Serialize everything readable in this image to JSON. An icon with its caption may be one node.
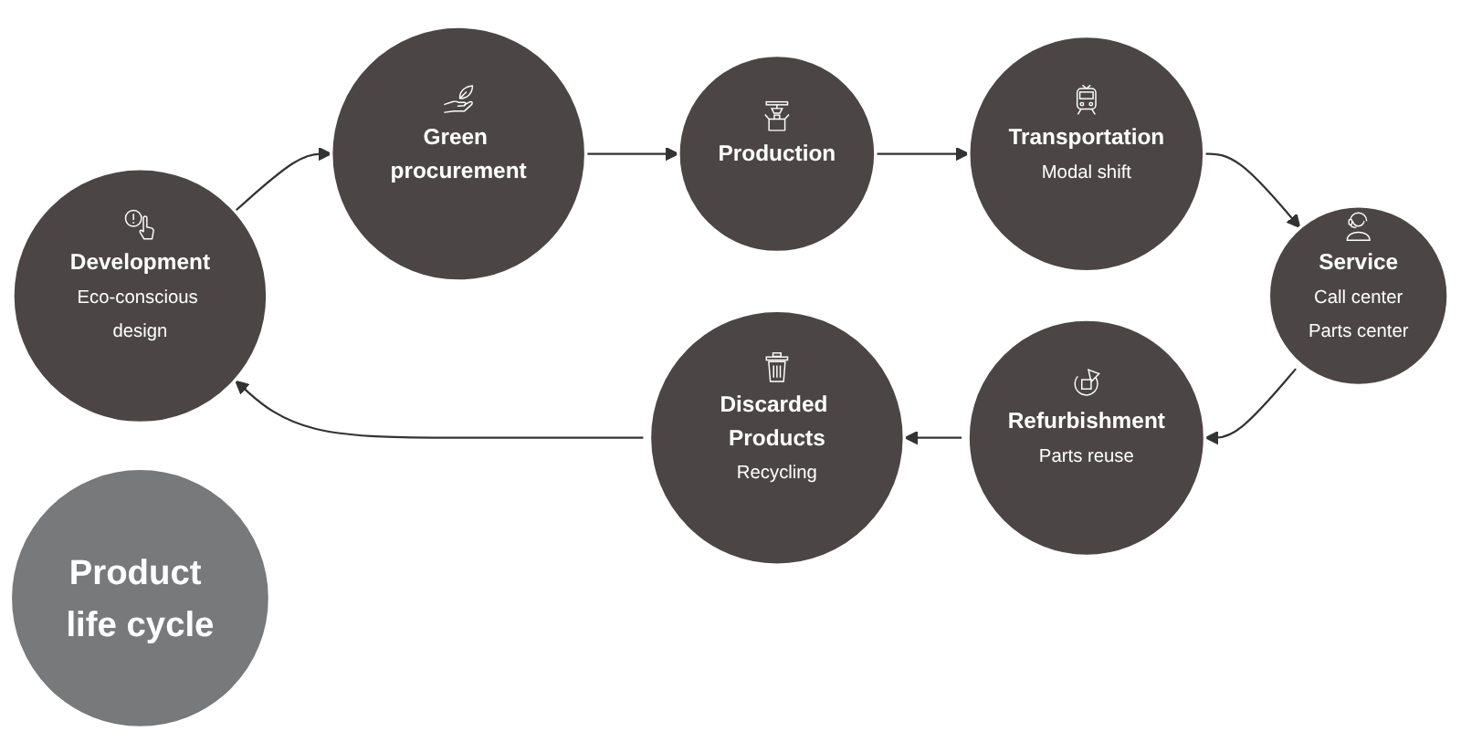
{
  "diagram": {
    "nodes": [
      {
        "text": [
          "Development",
          "Eco-conscious design"
        ]
      },
      {
        "text": [
          "Green procurement"
        ]
      },
      {
        "text": [
          "Production"
        ]
      },
      {
        "text": [
          "Transportation",
          "Modal shift"
        ]
      },
      {
        "text": [
          "Service",
          "Call center",
          "Parts center"
        ]
      },
      {
        "text": [
          "Refurbishment",
          "Parts reuse"
        ]
      },
      {
        "text": [
          "Discarded Products",
          "Recycling"
        ]
      },
      {
        "text": [
          "Product life cycle"
        ]
      }
    ],
    "edges": [
      {
        "from": 0,
        "to": 1,
        "arrow": "to"
      },
      {
        "from": 1,
        "to": 2,
        "arrow": "to"
      },
      {
        "from": 2,
        "to": 3,
        "arrow": "to"
      },
      {
        "from": 3,
        "to": 4,
        "arrow": "to"
      },
      {
        "from": 4,
        "to": 5,
        "arrow": "to"
      },
      {
        "from": 5,
        "to": 6,
        "arrow": "to"
      },
      {
        "from": 6,
        "to": 0,
        "arrow": "to"
      }
    ]
  }
}
